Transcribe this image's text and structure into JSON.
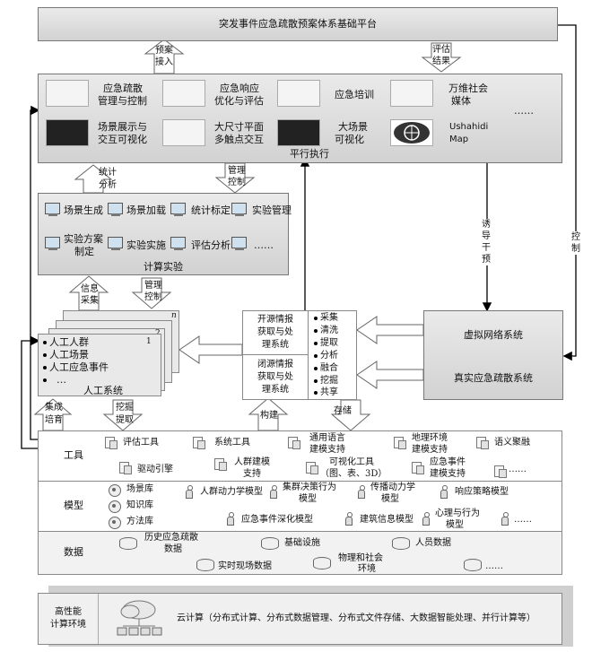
{
  "platform": {
    "title": "突发事件应急疏散预案体系基础平台"
  },
  "flows": {
    "plan_access": [
      "预案",
      "接入"
    ],
    "eval_result": [
      "评估",
      "结果"
    ],
    "stats_analysis": [
      "统计",
      "分析"
    ],
    "mgmt_control_1": [
      "管理",
      "控制"
    ],
    "parallel_exec": "平行执行",
    "induce_intervene": "诱导干预",
    "control": "控制",
    "info_collect": [
      "信息",
      "采集"
    ],
    "mgmt_control_2": [
      "管理",
      "控制"
    ],
    "integrate_cultivate": [
      "集成",
      "培育"
    ],
    "mine_extract": [
      "挖掘",
      "提取"
    ],
    "construct": "构建",
    "store": "存储"
  },
  "apps": {
    "items": [
      [
        "应急疏散",
        "管理与控制"
      ],
      [
        "应急响应",
        "优化与评估"
      ],
      [
        "应急培训"
      ],
      [
        "万维社会",
        "媒体"
      ],
      [
        "场景展示与",
        "交互可视化"
      ],
      [
        "大尺寸平面",
        "多触点交互"
      ],
      [
        "大场景",
        "可视化"
      ],
      [
        "Ushahidi",
        "Map"
      ]
    ],
    "more": "……"
  },
  "experiments": {
    "items": [
      [
        "场景生成"
      ],
      [
        "场景加载"
      ],
      [
        "统计标定"
      ],
      [
        "实验管理"
      ],
      [
        "实验方案",
        "制定"
      ],
      [
        "实验实施"
      ],
      [
        "评估分析"
      ]
    ],
    "more": "……",
    "label": "计算实验"
  },
  "artificial_system": {
    "items": [
      "人工人群",
      "人工场景",
      "人工应急事件",
      "…"
    ],
    "index_1": "1",
    "index_2": "2",
    "index_n": "n",
    "more": "…",
    "label": "人工系统"
  },
  "intel": {
    "open_source": [
      "开源情报",
      "获取与处",
      "理系统"
    ],
    "closed_source": [
      "闭源情报",
      "获取与处",
      "理系统"
    ],
    "steps": [
      "采集",
      "清洗",
      "提取",
      "分析",
      "融合",
      "挖掘",
      "共享"
    ]
  },
  "systems": {
    "virtual_network": "虚拟网络系统",
    "real_evacuation": "真实应急疏散系统"
  },
  "layers": {
    "tools": {
      "label": "工具",
      "items": [
        [
          "评估工具"
        ],
        [
          "系统工具"
        ],
        [
          "通用语言",
          "建模支持"
        ],
        [
          "地理环境",
          "建模支持"
        ],
        [
          "语义聚融"
        ],
        [
          "驱动引擎"
        ],
        [
          "人群建模",
          "支持"
        ],
        [
          "可视化工具",
          "（图、表、3D）"
        ],
        [
          "应急事件",
          "建模支持"
        ]
      ],
      "more": "……"
    },
    "models": {
      "label": "模型",
      "items": [
        [
          "场景库"
        ],
        [
          "知识库"
        ],
        [
          "方法库"
        ],
        [
          "人群动力学模型"
        ],
        [
          "集群决策行为",
          "模型"
        ],
        [
          "传播动力学",
          "模型"
        ],
        [
          "响应策略模型"
        ],
        [
          "应急事件深化模型"
        ],
        [
          "建筑信息模型"
        ],
        [
          "心理与行为",
          "模型"
        ]
      ],
      "more": "……"
    },
    "data": {
      "label": "数据",
      "items": [
        [
          "历史应急疏散",
          "数据"
        ],
        [
          "基础设施"
        ],
        [
          "人员数据"
        ],
        [
          "实时现场数据"
        ],
        [
          "物理和社会",
          "环境"
        ]
      ],
      "more": "……"
    }
  },
  "hpc": {
    "label": [
      "高性能",
      "计算环境"
    ],
    "desc": "云计算（分布式计算、分布式数据管理、分布式文件存储、大数据智能处理、并行计算等）"
  }
}
